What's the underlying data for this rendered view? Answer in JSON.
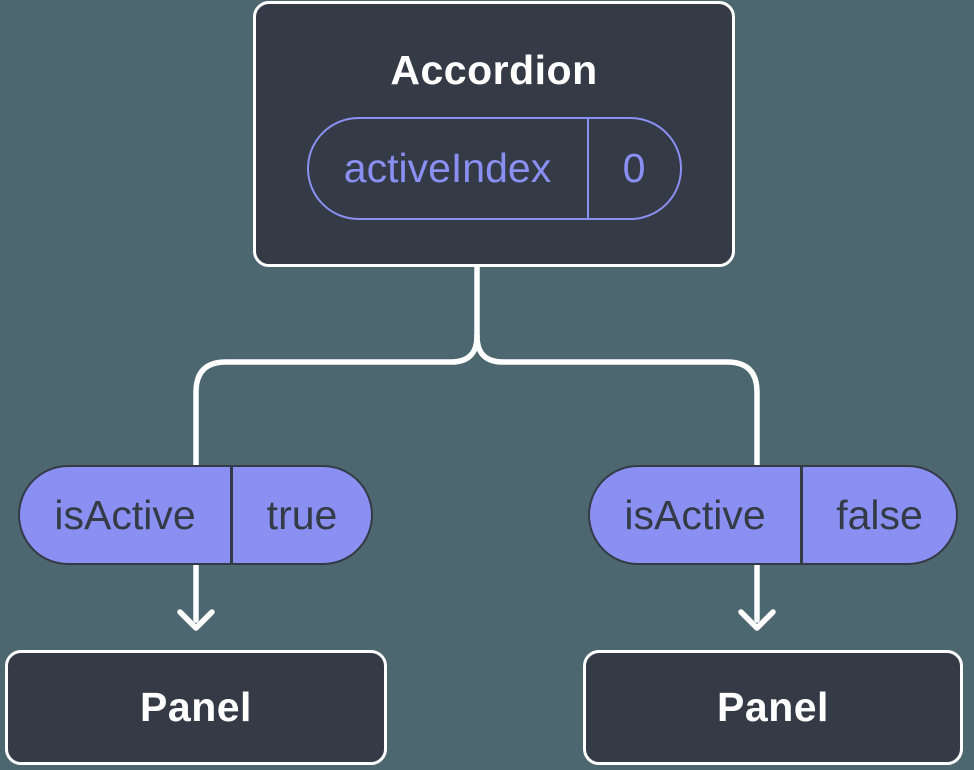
{
  "colors": {
    "background": "#4C6770",
    "node_fill": "#343A46",
    "node_border": "#FFFFFF",
    "accent_purple": "#8A90F2",
    "pill_fill": "#8A90F2",
    "pill_text": "#343A46",
    "connector": "#FFFFFF"
  },
  "root_component": {
    "name": "Accordion",
    "state": {
      "label": "activeIndex",
      "value": "0"
    }
  },
  "children": [
    {
      "prop": {
        "label": "isActive",
        "value": "true"
      },
      "component": {
        "name": "Panel"
      }
    },
    {
      "prop": {
        "label": "isActive",
        "value": "false"
      },
      "component": {
        "name": "Panel"
      }
    }
  ]
}
